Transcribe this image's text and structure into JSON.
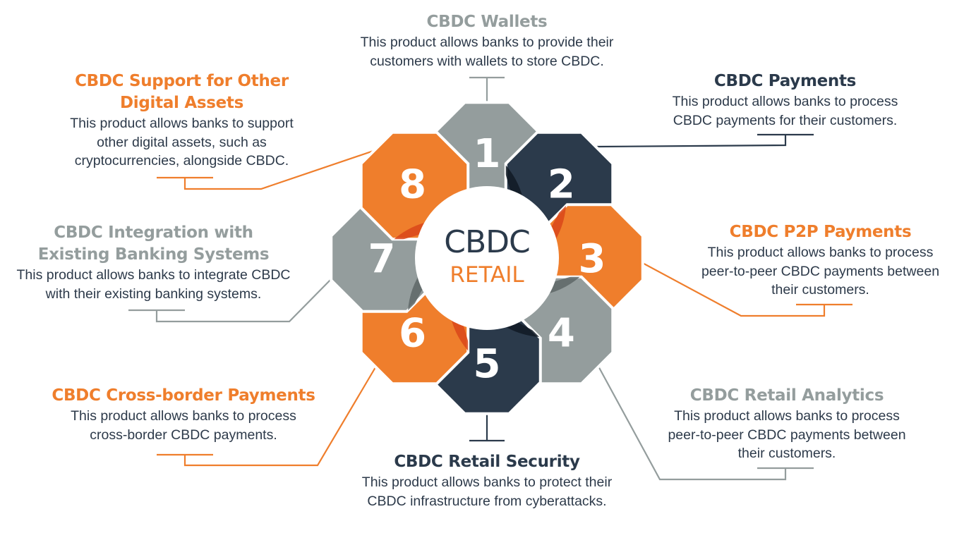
{
  "hub": {
    "title": "CBDC",
    "subtitle": "RETAIL"
  },
  "colors": {
    "gray": "#949d9d",
    "dark": "#2b3a4b",
    "orange": "#ef7e2c"
  },
  "segments": [
    {
      "number": "1",
      "title": "CBDC Wallets",
      "description": "This product allows banks to provide their customers with wallets to store CBDC.",
      "color": "gray"
    },
    {
      "number": "2",
      "title": "CBDC Payments",
      "description": "This product allows banks to process CBDC payments for their customers.",
      "color": "dark"
    },
    {
      "number": "3",
      "title": "CBDC P2P Payments",
      "description": "This product allows banks to process peer-to-peer CBDC payments between their customers.",
      "color": "orange"
    },
    {
      "number": "4",
      "title": "CBDC Retail Analytics",
      "description": "This product allows banks to process peer-to-peer CBDC payments between their customers.",
      "color": "gray"
    },
    {
      "number": "5",
      "title": "CBDC Retail Security",
      "description": "This product allows banks to protect their CBDC infrastructure from cyberattacks.",
      "color": "dark"
    },
    {
      "number": "6",
      "title": "CBDC Cross-border Payments",
      "description": "This product allows banks to process cross-border CBDC payments.",
      "color": "orange"
    },
    {
      "number": "7",
      "title": "CBDC Integration with Existing Banking Systems",
      "description": "This product allows banks to integrate CBDC with their existing banking systems.",
      "color": "gray"
    },
    {
      "number": "8",
      "title": "CBDC Support for Other Digital Assets",
      "description": "This product allows banks to support other digital assets, such as cryptocurrencies, alongside CBDC.",
      "color": "orange"
    }
  ]
}
